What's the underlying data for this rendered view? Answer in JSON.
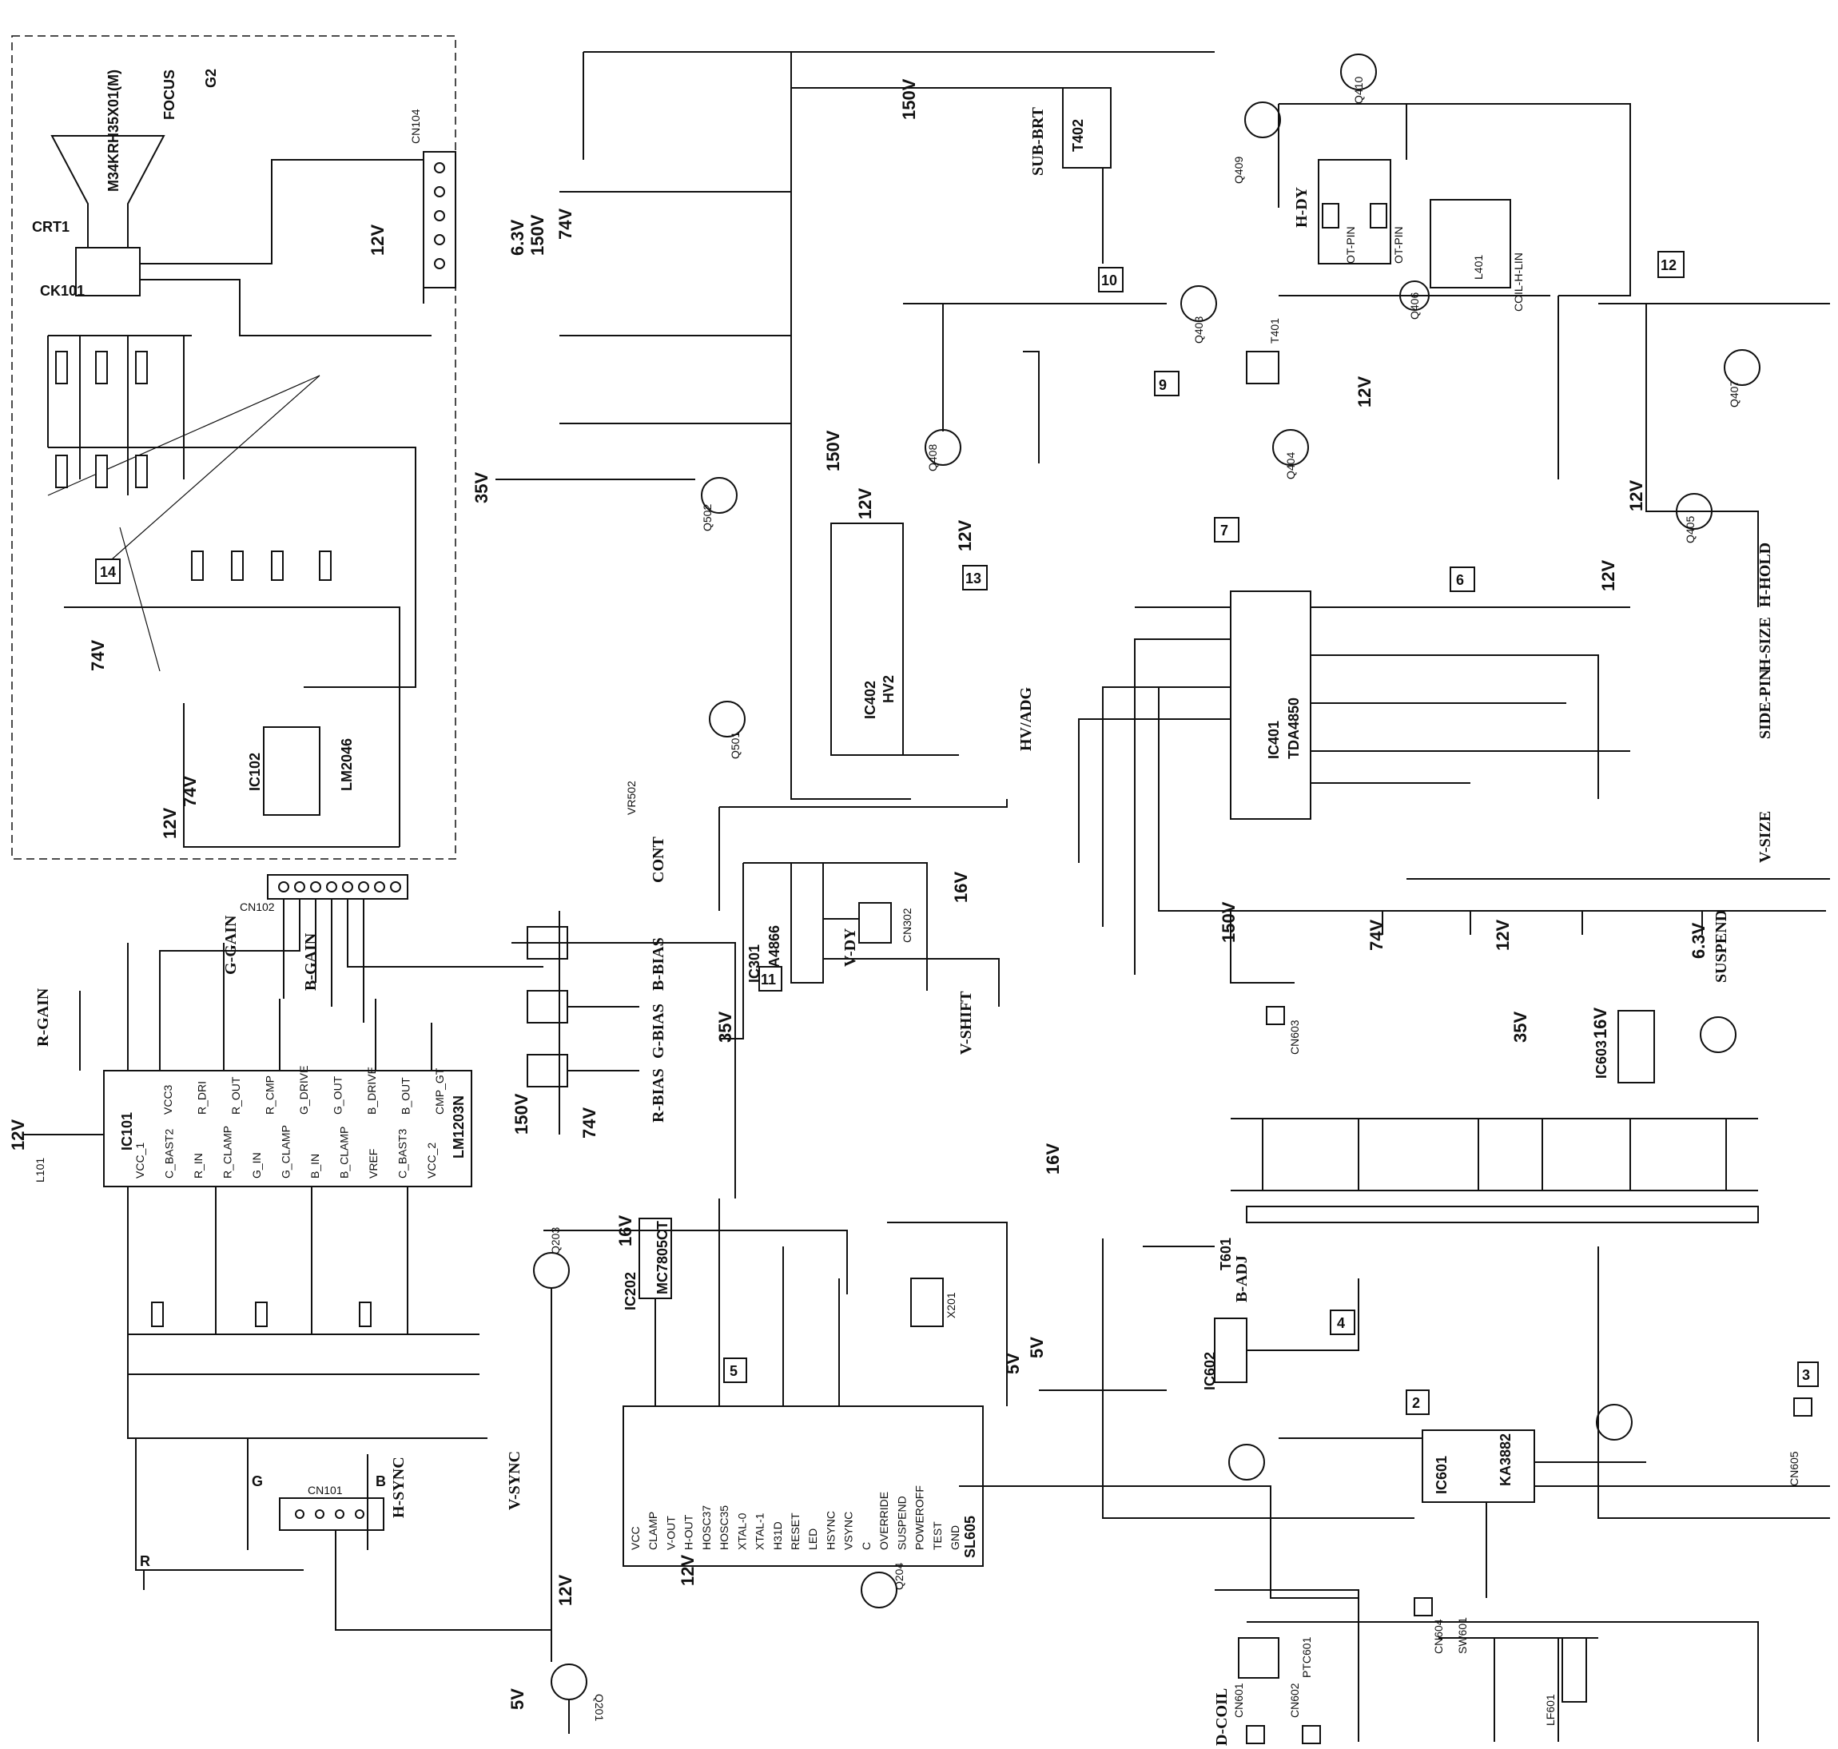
{
  "crt_board": {
    "crt_label": "CRT1",
    "crt_model": "M34KRH35X01(M)",
    "focus": "FOCUS",
    "g2": "G2",
    "ck": "CK101",
    "ic_ref": "IC102",
    "ic_name": "LM2046",
    "v74": "74V",
    "v12": "12V",
    "v63": "6.3V",
    "v150": "150V",
    "cn104": "CN104",
    "cn102": "CN102",
    "tag14": "14"
  },
  "video_amp": {
    "ic_ref": "IC101",
    "ic_name": "LM1203N",
    "r_gain": "R-GAIN",
    "g_gain": "G-GAIN",
    "b_gain": "B-GAIN",
    "b_bias": "B-BIAS",
    "g_bias": "G-BIAS",
    "r_bias": "R-BIAS",
    "pins_top": [
      "VCC3",
      "R_DRI",
      "R_OUT",
      "R_CMP",
      "G_DRIVE",
      "G_OUT",
      "B_DRIVE",
      "B_OUT",
      "CMP_GT"
    ],
    "pins_bottom": [
      "VCC_1",
      "C_BAST2",
      "R_IN",
      "R_CLAMP",
      "G_IN",
      "G_CLAMP",
      "B_IN",
      "B_CLAMP",
      "VREF",
      "C_BAST3",
      "VCC_2"
    ],
    "v12": "12V",
    "l101": "L101",
    "cn101": "CN101",
    "r": "R",
    "g": "G",
    "b": "B",
    "v150": "150V",
    "v74": "74V"
  },
  "controller": {
    "ic_ref": "IC202",
    "ic_name": "MC7805CT",
    "mcu_name": "SL605",
    "pins": [
      "VCC",
      "CLAMP",
      "V-OUT",
      "H-OUT",
      "HOSC37",
      "HOSC35",
      "XTAL-0",
      "XTAL-1",
      "H31D",
      "RESET",
      "LED",
      "HSYNC",
      "VSYNC",
      "C",
      "OVERRIDE",
      "SUSPEND",
      "POWEROFF",
      "TEST",
      "GND"
    ],
    "h_sync": "H-SYNC",
    "v_sync": "V-SYNC",
    "v5": "5V",
    "v16": "16V",
    "v12": "12V",
    "tag5": "5",
    "xtal": "X201",
    "q203": "Q203",
    "q204": "Q204",
    "q201": "Q201"
  },
  "vertical": {
    "ic_ref": "IC301",
    "ic_name": "TDA4866",
    "v_dy": "V-DY",
    "v_shift": "V-SHIFT",
    "cont": "CONT",
    "v35": "35V",
    "v16": "16V",
    "tag11": "11",
    "cn302": "CN302",
    "vr502": "VR502"
  },
  "hv_block": {
    "ic_ref": "IC402",
    "ic_name": "HV2",
    "hv_adj": "HV/ADG",
    "v150": "150V",
    "v12": "12V",
    "v35": "35V",
    "v12b": "12V",
    "tag10": "10",
    "tag13": "13",
    "q501": "Q501",
    "q502": "Q502",
    "q408": "Q408"
  },
  "deflection": {
    "ic_ref": "IC401",
    "ic_name": "TDA4850",
    "sub_brt": "SUB-BRT",
    "t402": "T402",
    "t401": "T401",
    "h_dy": "H-DY",
    "ot_pin1": "OT-PIN",
    "ot_pin2": "OT-PIN",
    "coil_h_lin": "COIL-H-LIN",
    "l401": "L401",
    "h_hold": "H-HOLD",
    "h_size": "H-SIZE",
    "side_pin": "SIDE-PIN",
    "v_size": "V-SIZE",
    "v150": "150V",
    "v12a": "12V",
    "v12b": "12V",
    "v12c": "12V",
    "tag9": "9",
    "tag7": "7",
    "tag6": "6",
    "tag12": "12",
    "q409": "Q409",
    "q410": "Q410",
    "q403": "Q403",
    "q404": "Q404",
    "q405": "Q405",
    "q406": "Q406",
    "q407": "Q407"
  },
  "power": {
    "ic_ref": "IC601",
    "ic_name": "KA3882",
    "ic603": "IC603",
    "ic602": "IC602",
    "t601": "T601",
    "suspend": "SUSPEND",
    "b_adj": "B-ADJ",
    "d_coil": "D-COIL",
    "v150": "150V",
    "v74": "74V",
    "v12": "12V",
    "v63": "6.3V",
    "v35": "35V",
    "v16": "16V",
    "v16b": "16V",
    "v5": "5V",
    "tag4": "4",
    "tag2": "2",
    "tag3": "3",
    "cn603": "CN603",
    "cn605": "CN605",
    "cn604": "CN604",
    "cn601": "CN601",
    "cn602": "CN602",
    "sw601": "SW601",
    "ptc": "PTC601",
    "lf601": "LF601"
  }
}
